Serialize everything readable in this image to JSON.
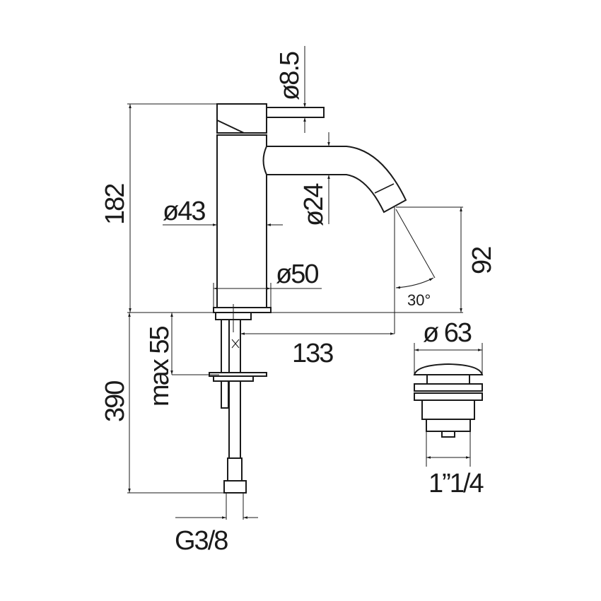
{
  "drawing": {
    "dims": {
      "height_total": "182",
      "below_deck": "390",
      "max_deck": "max 55",
      "lever_dia": "ø8.5",
      "spout_dia": "ø24",
      "body_dia": "ø43",
      "base_dia": "ø50",
      "spout_height": "92",
      "angle": "30°",
      "spout_reach": "133",
      "drain_dia": "ø 63",
      "drain_thread": "1”1/4",
      "connection": "G3/8"
    },
    "line_color": "#1a1a1a"
  }
}
